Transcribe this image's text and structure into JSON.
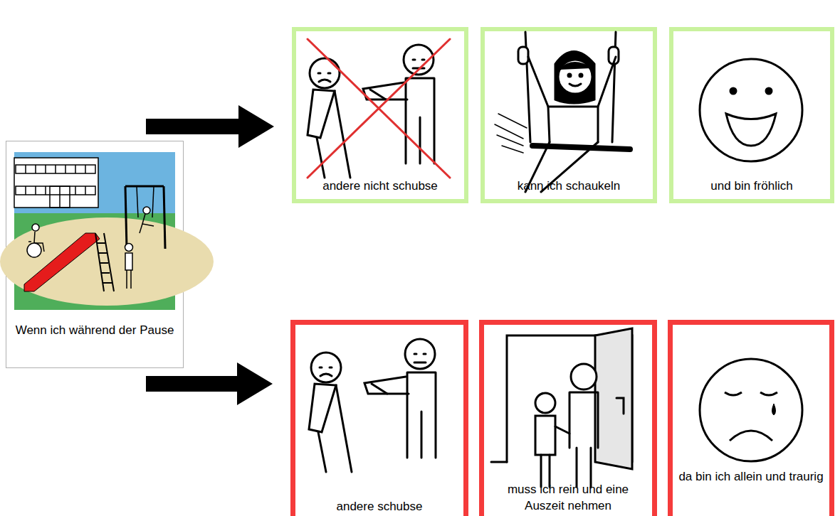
{
  "diagram": {
    "nodes": [
      {
        "text": [
          "Wenn ich während der Pause"
        ]
      },
      {
        "text": [
          "andere nicht schubse"
        ]
      },
      {
        "text": [
          "kann ich schaukeln"
        ]
      },
      {
        "text": [
          "und bin fröhlich"
        ]
      },
      {
        "text": [
          "andere schubse"
        ]
      },
      {
        "text": [
          "muss ich rein und eine Auszeit nehmen"
        ]
      },
      {
        "text": [
          "da bin ich allein und traurig"
        ]
      }
    ],
    "edges": [
      {
        "from": 0,
        "to": 1,
        "arrow": "to"
      },
      {
        "from": 0,
        "to": 4,
        "arrow": "to"
      }
    ]
  }
}
